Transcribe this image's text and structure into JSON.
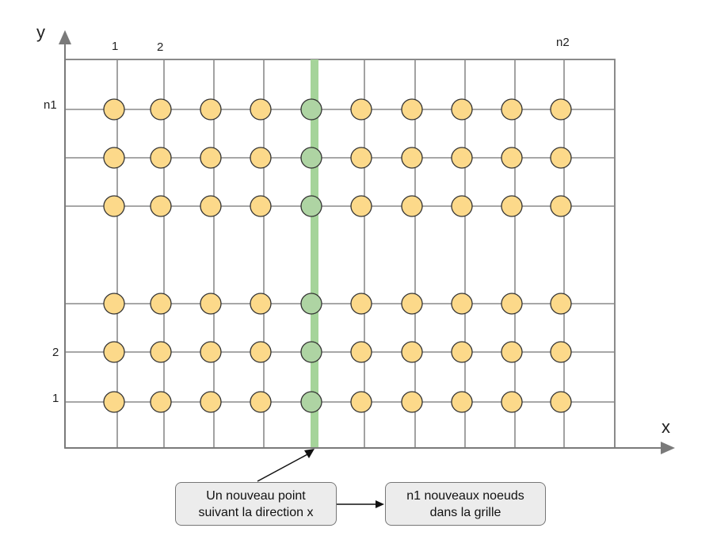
{
  "axes": {
    "y_label": "y",
    "x_label": "x"
  },
  "column_labels": [
    "1",
    "2",
    "n2"
  ],
  "row_labels": [
    "n1",
    "2",
    "1"
  ],
  "annotation": {
    "box1": "Un nouveau point\nsuivant la direction x",
    "box2": "n1 nouveaux noeuds\ndans la grille"
  },
  "colors": {
    "grid_line": "#8a8a8a",
    "node_fill": "#fcd98a",
    "node_stroke": "#333333",
    "new_node_fill": "#aed4a3",
    "highlight_line": "#a5d49a",
    "axis": "#7a7a7a",
    "box_fill": "#ececec"
  }
}
